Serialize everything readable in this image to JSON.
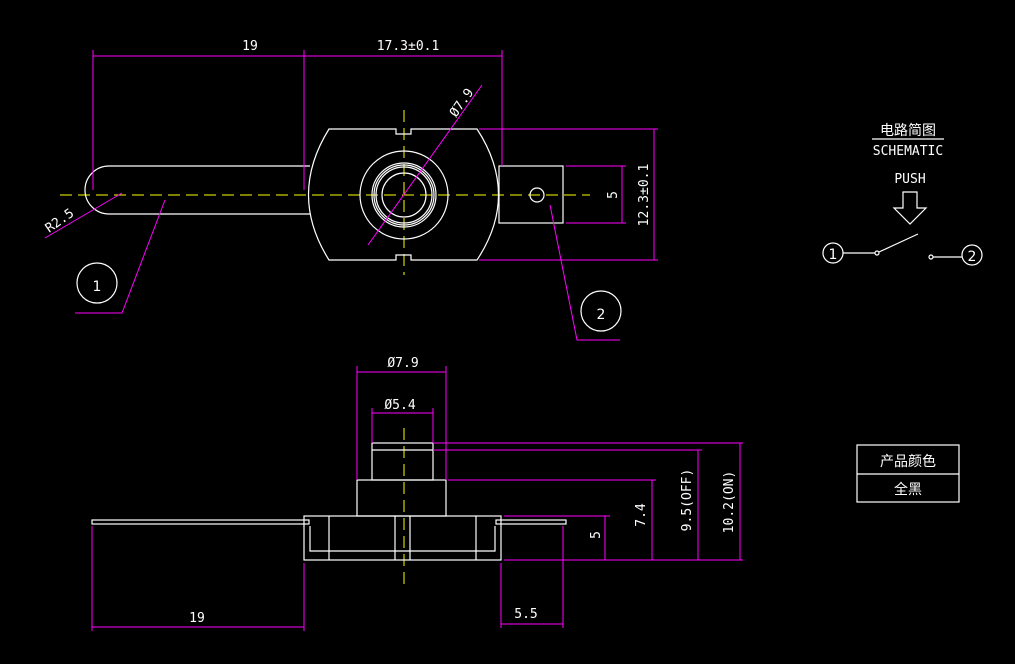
{
  "colors": {
    "background": "#000000",
    "outline": "#ffffff",
    "dimension": "#ff00ff",
    "centerline": "#ffff00"
  },
  "top_view": {
    "dim_lever_length": "19",
    "dim_body_width": "17.3±0.1",
    "dim_button_dia": "Ø7.9",
    "dim_terminal_width": "5",
    "dim_body_height": "12.3±0.1",
    "dim_radius": "R2.5",
    "balloon_1": "1",
    "balloon_2": "2"
  },
  "side_view": {
    "dim_cap_dia": "Ø7.9",
    "dim_button_dia": "Ø5.4",
    "dim_body_h": "5",
    "dim_cap_h": "7.4",
    "dim_off_h": "9.5(OFF)",
    "dim_on_h": "10.2(ON)",
    "dim_lever_length": "19",
    "dim_terminal_length": "5.5"
  },
  "schematic": {
    "title_cn": "电路简图",
    "title_en": "SCHEMATIC",
    "push_label": "PUSH",
    "terminal_1": "1",
    "terminal_2": "2"
  },
  "color_table": {
    "header": "产品颜色",
    "value": "全黑"
  }
}
